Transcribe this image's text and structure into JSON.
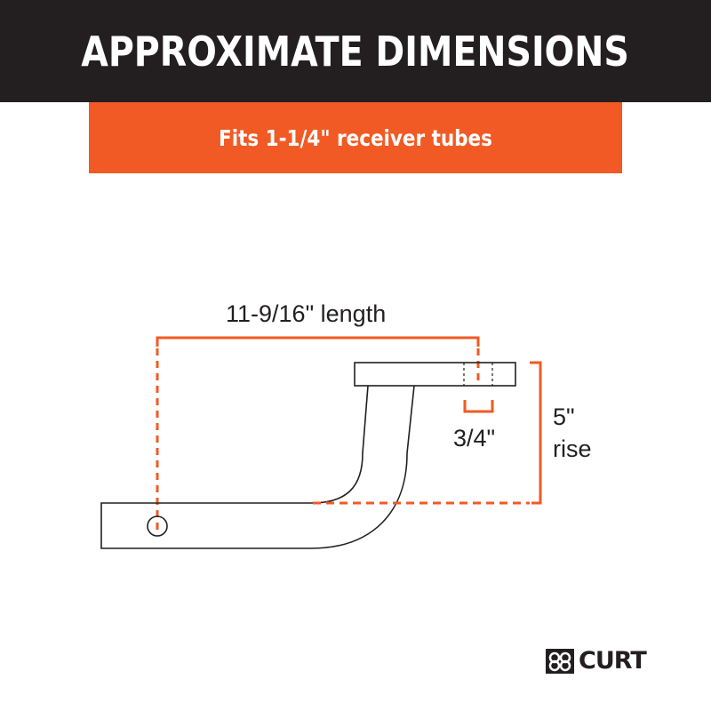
{
  "header": {
    "title": "APPROXIMATE DIMENSIONS"
  },
  "subheader": {
    "text": "Fits 1-1/4\" receiver tubes"
  },
  "dimensions": {
    "length": "11-9/16\" length",
    "hole": "3/4\"",
    "rise_value": "5\"",
    "rise_label": "rise"
  },
  "brand": {
    "name": "CURT",
    "icon": "curt-knot-icon"
  },
  "colors": {
    "header_bg": "#231f20",
    "accent": "#f15a24",
    "line": "#231f20",
    "background": "#ffffff"
  }
}
